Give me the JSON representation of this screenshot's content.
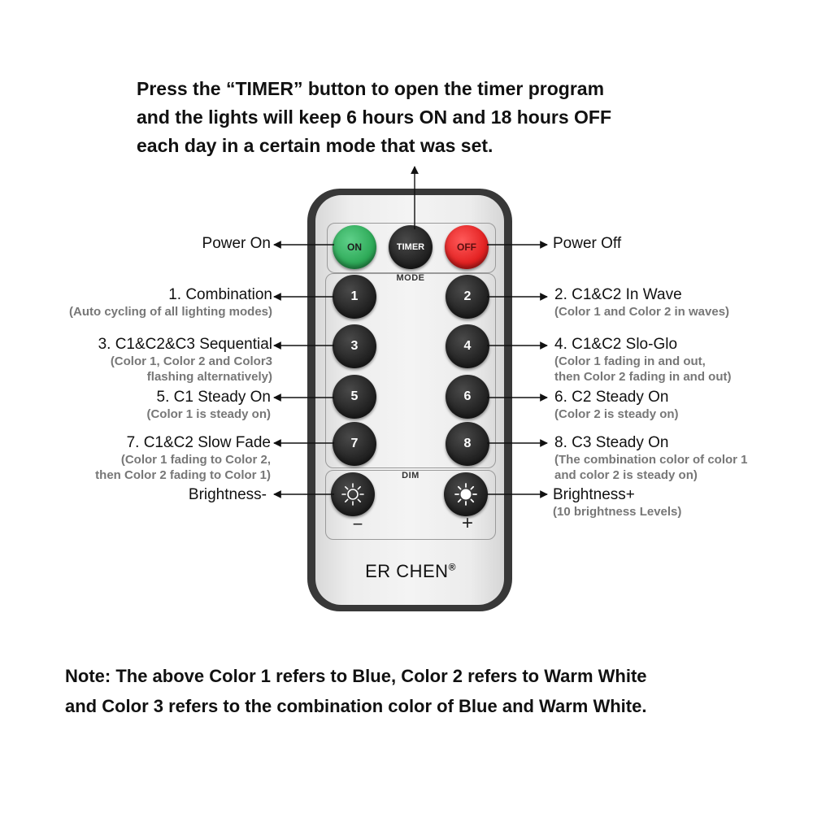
{
  "instructions": [
    "Press the “TIMER” button to open the timer program",
    "and the lights will keep 6 hours ON and 18 hours OFF",
    "each day in a certain mode that was set."
  ],
  "remote": {
    "on_button": "ON",
    "timer_button": "TIMER",
    "off_button": "OFF",
    "mode_label": "MODE",
    "dim_label": "DIM",
    "mode_buttons": [
      "1",
      "2",
      "3",
      "4",
      "5",
      "6",
      "7",
      "8"
    ],
    "minus": "−",
    "plus": "+",
    "brand": "ER CHEN",
    "brand_mark": "®",
    "colors": {
      "on": "#2eaa58",
      "off": "#e32222",
      "body": "#383838",
      "face": "#efefef",
      "button": "#262626"
    }
  },
  "labels": {
    "power_on": "Power On",
    "power_off": "Power Off",
    "m1_title": "1. Combination",
    "m1_sub": "(Auto cycling of all lighting modes)",
    "m2_title": "2. C1&C2 In Wave",
    "m2_sub": "(Color 1 and Color 2 in waves)",
    "m3_title": "3. C1&C2&C3 Sequential",
    "m3_sub1": "(Color 1, Color 2 and Color3",
    "m3_sub2": "flashing alternatively)",
    "m4_title": "4. C1&C2 Slo-Glo",
    "m4_sub1": "(Color 1 fading in and out,",
    "m4_sub2": "then Color 2 fading in and out)",
    "m5_title": "5. C1 Steady On",
    "m5_sub": "(Color 1 is steady on)",
    "m6_title": "6. C2 Steady On",
    "m6_sub": "(Color 2 is steady on)",
    "m7_title": "7. C1&C2 Slow Fade",
    "m7_sub1": "(Color 1 fading to Color 2,",
    "m7_sub2": "then Color 2 fading to Color 1)",
    "m8_title": "8. C3 Steady On",
    "m8_sub1": "(The combination color of color 1",
    "m8_sub2": "and color 2 is steady on)",
    "bright_minus": "Brightness-",
    "bright_plus": "Brightness+",
    "bright_levels": "(10 brightness Levels)"
  },
  "note": [
    "Note: The above Color 1 refers to Blue, Color 2 refers to Warm White",
    "and Color 3 refers to the combination color of Blue and Warm White."
  ]
}
